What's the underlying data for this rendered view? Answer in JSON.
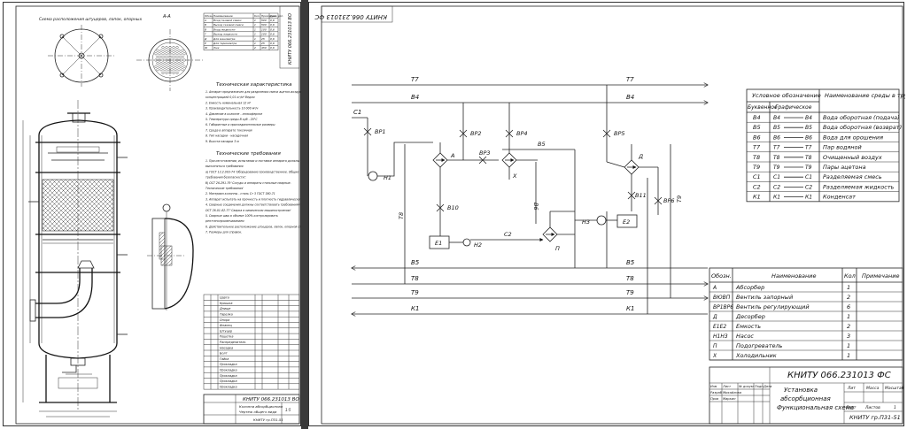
{
  "left_sheet": {
    "stamp_top": "КНИТУ 066.231013 ВО",
    "view_caption": "Схема расположения штуцеров, лапок, опорных",
    "section_label_aa": "А-А",
    "tech_char_title": "Техническая характеристика",
    "tech_char_lines": [
      "1. Аппарат предназначен для разделения смеси ацетон-воздух",
      "концентрацией 0,01 кг/м³ Ведом",
      "2. Емкость номинальная 12 м³",
      "3. Производительность 10 000 м³/ч",
      "4. Давление в колонне - атмосферное",
      "5. Температура среды В куб - 20°С",
      "6. Габаритные и присоединительные размеры",
      "7. Среда в аппарате токсичная",
      "8. Тип насадки - насадочная",
      "9. Высота насадки 3 м"
    ],
    "tech_req_title": "Технические требования",
    "tech_req_lines": [
      "1. При изготовлении, испытании и поставке аппарата должны",
      "выполняться требования",
      "а) ГОСТ 12.2.003-74 'Оборудование производственное. Общие",
      "требования безопасности';",
      "б) ОСТ 26-291-79 'Сосуды и аппараты стальные сварные.",
      "Технические требования'",
      "2. Материал колонны - сталь Ст 3 ГОСТ 380-71",
      "3. Аппарат испытать на прочность и плотность гидравлически",
      "4. Сварные соединения должны соответствовать требованиям",
      "ОСТ 26-01-82-77 'Сварка в химическом машиностроении'",
      "5. Сварные швы в объеме 100% контролировать",
      "рентгенопросвечиванием",
      "6. Действительное расположение штуцеров, лапок, опорной ст.",
      "7. Размеры для справок."
    ],
    "nozzle_table_headers": [
      "Обозн.",
      "Наименование",
      "Кол.",
      "Проход усл.",
      "Давл. усл."
    ],
    "nozzle_rows": [
      [
        "А",
        "Вход газовой смеси",
        "1",
        "500",
        "0,6"
      ],
      [
        "Б",
        "Выход газовой смеси",
        "1",
        "500",
        "0,6"
      ],
      [
        "В",
        "Вход жидкости",
        "1",
        "100",
        "0,6"
      ],
      [
        "Г",
        "Выход жидкости",
        "1",
        "100",
        "0,6"
      ],
      [
        "Д",
        "Для манометра",
        "1",
        "25",
        "0,6"
      ],
      [
        "Е",
        "Для термометра",
        "1",
        "25",
        "0,6"
      ],
      [
        "Ж",
        "Люк",
        "2",
        "450",
        "0,6"
      ]
    ],
    "spec_rows": [
      "Царга",
      "Крышка",
      "Днище",
      "Тарелка",
      "Опора",
      "Фланец",
      "Штуцер",
      "Решетка",
      "Распределитель",
      "Насадка",
      "Болт",
      "Гайка",
      "Прокладка",
      "Прокладка",
      "Прокладка",
      "Прокладка",
      "Прокладка"
    ],
    "title_block_code": "КНИТУ 066.231013 ВО",
    "title_block_name": "Колонна абсорбционная",
    "title_block_sub": "Чертеж общего вида",
    "title_block_scale": "1:5",
    "title_block_group": "КНИТУ гр.П31-51"
  },
  "right_sheet": {
    "stamp_top": "КНИТУ 066.231013 ФС",
    "lines": [
      {
        "label": "Т7"
      },
      {
        "label": "В4"
      },
      {
        "label": "В5"
      },
      {
        "label": "Т8"
      },
      {
        "label": "Т9"
      },
      {
        "label": "К1"
      }
    ],
    "component_labels": {
      "absorber": "А",
      "desorber": "Д",
      "cooler": "Х",
      "heater": "П",
      "tank1": "Е1",
      "tank2": "Е2",
      "pump1": "Н1",
      "pump2": "Н2",
      "pump3": "Н3"
    },
    "valve_labels": [
      "ВР1",
      "ВР2",
      "ВР3",
      "ВР4",
      "ВР5",
      "ВР6",
      "В10",
      "В11"
    ],
    "pipe_labels": {
      "c1": "С1",
      "c2": "С2",
      "b5": "В5",
      "b6": "В6",
      "t8": "Т8",
      "t9": "Т9"
    },
    "legend_headers": [
      "Условное обозначение",
      "Наименование среды в трубопроводе"
    ],
    "legend_subheaders": [
      "Буквенное",
      "Графическое"
    ],
    "legend_rows": [
      {
        "code": "В4",
        "name": "Вода оборотная (подача)"
      },
      {
        "code": "В5",
        "name": "Вода оборотная (возврат)"
      },
      {
        "code": "В6",
        "name": "Вода для орошения"
      },
      {
        "code": "Т7",
        "name": "Пар водяной"
      },
      {
        "code": "Т8",
        "name": "Очищенный воздух"
      },
      {
        "code": "Т9",
        "name": "Пары ацетона"
      },
      {
        "code": "С1",
        "name": "Разделяемая смесь"
      },
      {
        "code": "С2",
        "name": "Разделяемая жидкость"
      },
      {
        "code": "К1",
        "name": "Конденсат"
      }
    ],
    "equip_headers": [
      "Обозн.",
      "Наименование",
      "Кол",
      "Примечание"
    ],
    "equip_rows": [
      {
        "code": "А",
        "name": "Абсорбер",
        "qty": "1"
      },
      {
        "code": "ВЮВП",
        "name": "Вентиль запорный",
        "qty": "2"
      },
      {
        "code": "ВР1ВР6",
        "name": "Вентиль регулирующий",
        "qty": "6"
      },
      {
        "code": "Д",
        "name": "Десорбер",
        "qty": "1"
      },
      {
        "code": "Е1Е2",
        "name": "Емкость",
        "qty": "2"
      },
      {
        "code": "Н1Н3",
        "name": "Насос",
        "qty": "3"
      },
      {
        "code": "П",
        "name": "Подогреватель",
        "qty": "1"
      },
      {
        "code": "Х",
        "name": "Холодильник",
        "qty": "1"
      }
    ],
    "title_block": {
      "code": "КНИТУ 066.231013 ФС",
      "name_line1": "Установка",
      "name_line2": "абсорбционная",
      "name_line3": "Функциональная схема",
      "col_lit": "Лит",
      "col_mass": "Масса",
      "col_scale": "Масштаб",
      "sheet": "Лист",
      "sheets": "Листов",
      "sheets_count": "1",
      "group": "КНИТУ гр.П31-51",
      "rows": [
        [
          "Изм",
          "Лист",
          "№ докум",
          "Подп",
          "Дата"
        ],
        [
          "Разраб",
          "Михайлова",
          "",
          "",
          ""
        ],
        [
          "Пров",
          "Маркин",
          "",
          "",
          ""
        ]
      ]
    }
  }
}
